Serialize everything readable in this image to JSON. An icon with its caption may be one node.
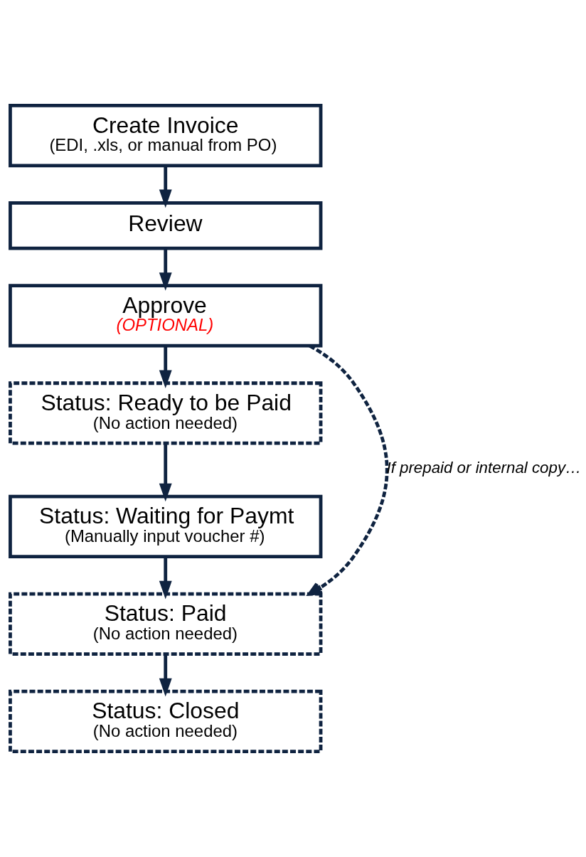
{
  "diagram": {
    "nodes": [
      {
        "text": [
          "Create Invoice",
          "(EDI, .xls, or manual from PO)"
        ]
      },
      {
        "text": [
          "Review"
        ]
      },
      {
        "text": [
          "Approve",
          "(OPTIONAL)"
        ]
      },
      {
        "text": [
          "Status: Ready to be Paid",
          "(No action needed)"
        ]
      },
      {
        "text": [
          "Status: Waiting for Paymt",
          "(Manually input voucher #)"
        ]
      },
      {
        "text": [
          "Status: Paid",
          "(No action needed)"
        ]
      },
      {
        "text": [
          "Status: Closed",
          "(No action needed)"
        ]
      }
    ],
    "edges": [
      {
        "from": 0,
        "to": 1,
        "arrow": "to"
      },
      {
        "from": 1,
        "to": 2,
        "arrow": "to"
      },
      {
        "from": 2,
        "to": 3,
        "arrow": "to"
      },
      {
        "from": 3,
        "to": 4,
        "arrow": "to"
      },
      {
        "from": 4,
        "to": 5,
        "arrow": "to"
      },
      {
        "from": 5,
        "to": 6,
        "arrow": "to"
      },
      {
        "from": 2,
        "to": 5,
        "arrow": "to",
        "label": "If prepaid or internal copy…",
        "style": "dashed"
      }
    ]
  }
}
